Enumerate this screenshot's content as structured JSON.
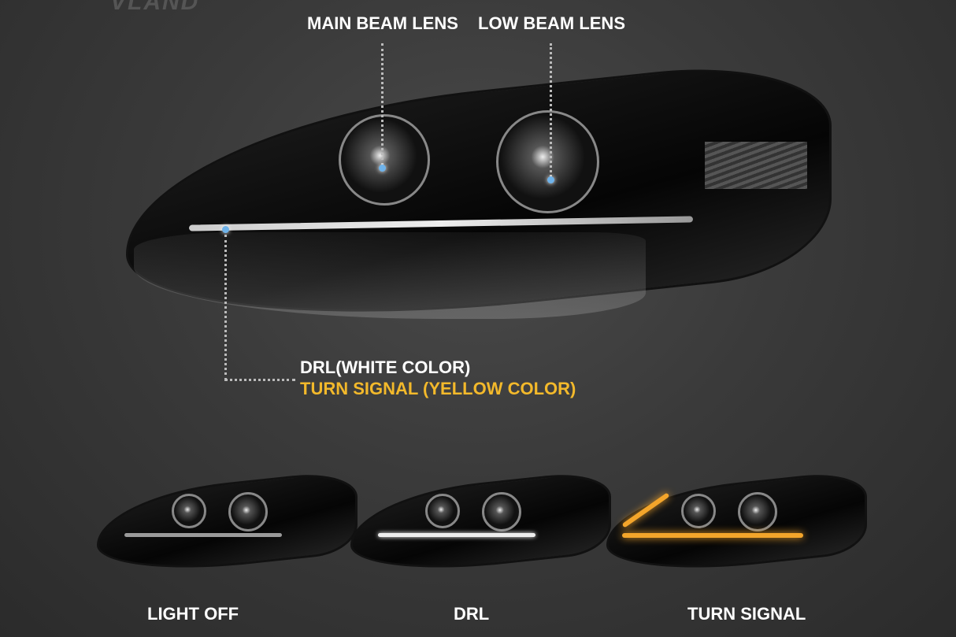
{
  "logo": {
    "text": "VLAND"
  },
  "callouts": {
    "main_beam": "MAIN BEAM LENS",
    "low_beam": "LOW BEAM LENS",
    "drl": "DRL(WHITE COLOR)",
    "turn_signal": "TURN SIGNAL (YELLOW COLOR)"
  },
  "variants": [
    {
      "label": "LIGHT OFF",
      "drl_color": "#9a9a9a"
    },
    {
      "label": "DRL",
      "drl_color": "#e8e8e8"
    },
    {
      "label": "TURN SIGNAL",
      "drl_color": "#f3a52b"
    }
  ],
  "colors": {
    "accent_yellow": "#f3b92b",
    "dot_blue": "#6fb3ea"
  }
}
